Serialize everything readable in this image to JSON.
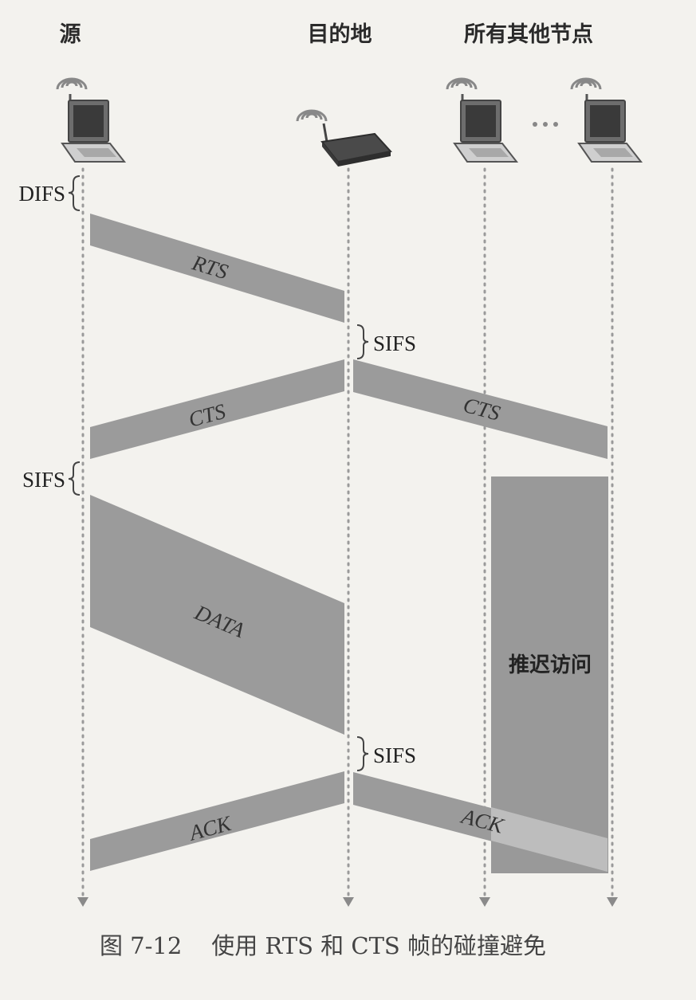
{
  "nodes": {
    "source": "源",
    "destination": "目的地",
    "all_other": "所有其他节点"
  },
  "intervals": {
    "difs": "DIFS",
    "sifs_1": "SIFS",
    "sifs_2": "SIFS",
    "sifs_3": "SIFS"
  },
  "frames": {
    "rts": "RTS",
    "cts_to_source": "CTS",
    "cts_to_others": "CTS",
    "data": "DATA",
    "ack_to_source": "ACK",
    "ack_to_others": "ACK"
  },
  "defer_access": "推迟访问",
  "caption": "图 7-12    使用 RTS 和 CTS 帧的碰撞避免",
  "icons": {
    "source": "laptop-icon",
    "destination": "access-point-icon",
    "other_1": "laptop-icon",
    "other_2": "laptop-icon",
    "signal": "wireless-signal-icon"
  },
  "colors": {
    "band": "#9b9b9b",
    "defer_band": "#999999",
    "timeline": "#9a9a9a",
    "background": "#f3f2ee"
  }
}
